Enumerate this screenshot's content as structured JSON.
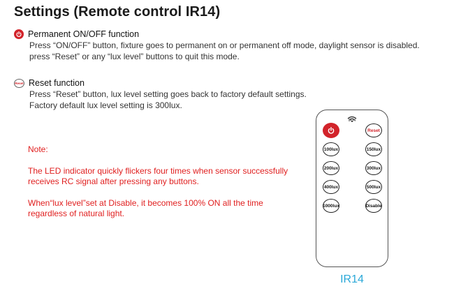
{
  "title": "Settings (Remote control IR14)",
  "permanent": {
    "icon": "power-icon",
    "heading": "Permanent ON/OFF function",
    "line1": "Press “ON/OFF” button, fixture goes to permanent on or permanent off mode, daylight sensor is disabled.",
    "line2": "press “Reset” or any “lux level” buttons to quit this mode."
  },
  "reset": {
    "icon_label": "Reset",
    "heading": "Reset function",
    "line1": "Press “Reset” button, lux level setting goes back to factory default settings.",
    "line2": "Factory default lux level setting is 300lux."
  },
  "notes": {
    "label": "Note:",
    "para1": "The LED indicator quickly flickers four times when sensor successfully receives RC signal after pressing any buttons.",
    "para2": "When“lux level”set at Disable, it becomes 100% ON all the time regardless of natural light."
  },
  "remote": {
    "model_small": "IR14",
    "buttons": {
      "reset": "Reset",
      "lux100": "100lux",
      "lux150": "150lux",
      "lux200": "200lux",
      "lux300": "300lux",
      "lux400": "400lux",
      "lux500": "500lux",
      "lux1000": "1000lux",
      "disable": "Disable"
    }
  },
  "caption": "IR14",
  "colors": {
    "red": "#d2232a",
    "note": "#e02020",
    "caption": "#2aa8d8"
  }
}
